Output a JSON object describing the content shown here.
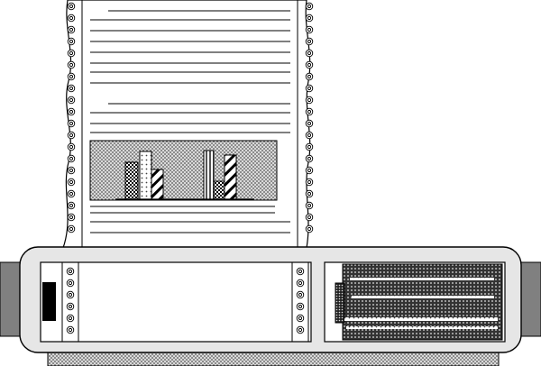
{
  "illustration": {
    "subject": "dot-matrix-printer-with-tractor-feed-paper",
    "paper": {
      "sprocket_holes_per_side": 20,
      "text_lines_top": 12,
      "text_lines_bottom": 4
    },
    "printed_chart": {
      "groups": 2,
      "bars_per_group": 3
    },
    "printer": {
      "platen_sprocket_holes_per_side": 6
    },
    "colors": {
      "outline": "#000000",
      "paper": "#ffffff",
      "body": "#e6e6e6",
      "side_knobs": "#808080",
      "accent": "#000000"
    }
  }
}
